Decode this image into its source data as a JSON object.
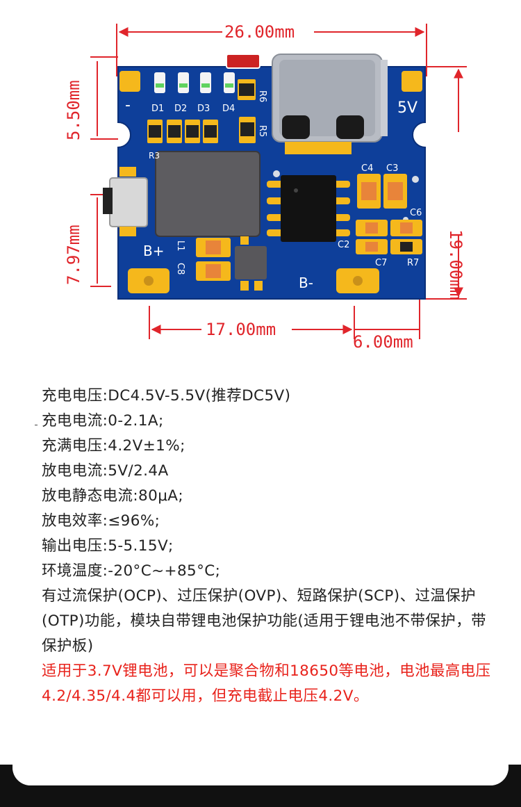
{
  "dimensions": {
    "width": "26.00mm",
    "left_upper": "5.50mm",
    "right_height": "19.00mm",
    "left_lower": "7.97mm",
    "bottom_main": "17.00mm",
    "bottom_right": "6.00mm"
  },
  "board_labels": {
    "d1": "D1",
    "d2": "D2",
    "d3": "D3",
    "d4": "D4",
    "r6": "R6",
    "r5": "R5",
    "r_partial": "R3",
    "c4": "C4",
    "c3": "C3",
    "c6": "C6",
    "c2": "C2",
    "c7": "C7",
    "r7": "R7",
    "l1": "L1",
    "c8": "C8",
    "bplus": "B+",
    "bminus": "B-",
    "minus": "-",
    "five_v": "5V"
  },
  "specs": [
    "充电电压:DC4.5V-5.5V(推荐DC5V)",
    "充电电流:0-2.1A;",
    "充满电压:4.2V±1%;",
    "放电电流:5V/2.4A",
    "放电静态电流:80μA;",
    "放电效率:≤96%;",
    "输出电压:5-5.15V;",
    "环境温度:-20°C~+85°C;"
  ],
  "protection_text": "有过流保护(OCP)、过压保护(OVP)、短路保护(SCP)、过温保护(OTP)功能，模块自带锂电池保护功能(适用于锂电池不带保护，带保护板)",
  "red_note": "适用于3.7V锂电池，可以是聚合物和18650等电池，电池最高电压4.2/4.35/4.4都可以用，但充电截止电压4.2V。",
  "colors": {
    "board": "#0e3f9a",
    "pad": "#f5b81c",
    "dimension_red": "#e0252b",
    "highlight": "#e8221b",
    "text": "#222222"
  }
}
